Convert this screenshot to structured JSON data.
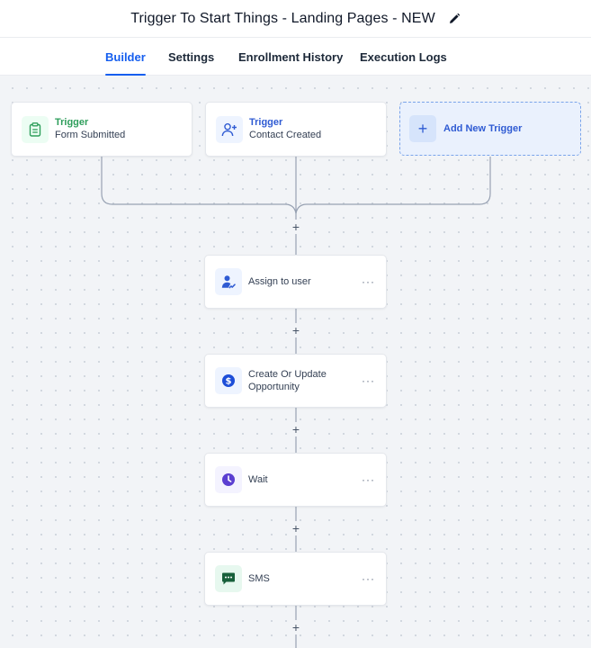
{
  "header": {
    "title": "Trigger To Start Things - Landing Pages - NEW",
    "edit_icon": "pencil-icon"
  },
  "tabs": [
    {
      "label": "Builder",
      "active": true
    },
    {
      "label": "Settings",
      "active": false
    },
    {
      "label": "Enrollment History",
      "active": false
    },
    {
      "label": "Execution Logs",
      "active": false
    }
  ],
  "triggers": [
    {
      "label": "Trigger",
      "subtitle": "Form Submitted",
      "icon": "clipboard-icon",
      "accent": "#2e9e5b"
    },
    {
      "label": "Trigger",
      "subtitle": "Contact Created",
      "icon": "user-plus-icon",
      "accent": "#2f5bd3"
    }
  ],
  "add_trigger": {
    "label": "Add New Trigger",
    "icon": "plus-icon"
  },
  "connector_plus": "+",
  "actions": [
    {
      "label": "Assign to user",
      "icon": "assign-user-icon",
      "menu": "···"
    },
    {
      "label_line1": "Create Or Update",
      "label_line2": "Opportunity",
      "icon": "dollar-icon",
      "menu": "···"
    },
    {
      "label": "Wait",
      "icon": "clock-icon",
      "menu": "···"
    },
    {
      "label": "SMS",
      "icon": "chat-icon",
      "menu": "···"
    }
  ],
  "colors": {
    "accent": "#155eef",
    "canvas_bg": "#f2f4f7",
    "trigger_green": "#2e9e5b",
    "trigger_blue": "#2f5bd3"
  }
}
